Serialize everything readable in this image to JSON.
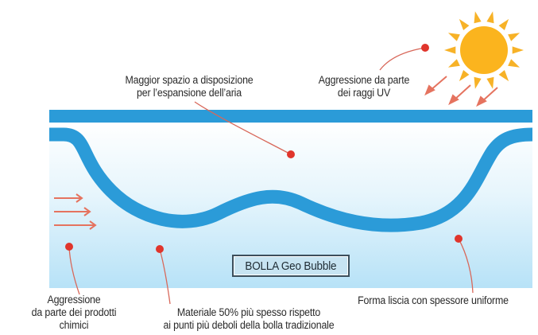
{
  "labels": {
    "air_space": [
      "Maggior spazio a disposizione",
      "per l’espansione dell’aria"
    ],
    "uv": [
      "Aggressione da parte",
      "dei raggi UV"
    ],
    "chemicals": [
      "Aggressione",
      "da parte dei prodotti",
      "chimici"
    ],
    "material": [
      "Materiale 50% più spesso rispetto",
      "ai punti più deboli della bolla tradizionale"
    ],
    "shape": [
      "Forma liscia con spessore uniforme"
    ],
    "badge": "BOLLA Geo Bubble"
  },
  "colors": {
    "bubble_blue": "#2b9bd8",
    "water_light": "#bfe6f8",
    "callout_line": "#d8685a",
    "callout_dot": "#e0352c",
    "sun_core": "#fbb41e",
    "sun_rays": "#f7b227",
    "arrows": "#e5735f"
  },
  "icons": [
    "sun-icon",
    "uv-ray-arrow-icon",
    "chemical-flow-arrow-icon"
  ]
}
